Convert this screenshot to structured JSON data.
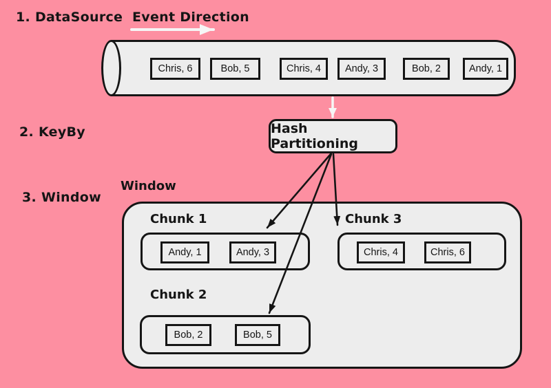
{
  "colors": {
    "background": "#fd8fa1",
    "panel": "#ededed",
    "stroke": "#151515",
    "arrow": "#f6f6f6"
  },
  "labels": {
    "step1": "1. DataSource",
    "step2": "2. KeyBy",
    "step3": "3. Window",
    "event_direction": "Event Direction",
    "hash_partitioning": "Hash Partitioning",
    "window": "Window"
  },
  "pipe": {
    "events": [
      "Chris, 6",
      "Bob, 5",
      "Chris, 4",
      "Andy, 3",
      "Bob, 2",
      "Andy, 1"
    ]
  },
  "chunks": [
    {
      "title": "Chunk 1",
      "events": [
        "Andy, 1",
        "Andy, 3"
      ]
    },
    {
      "title": "Chunk 2",
      "events": [
        "Bob, 2",
        "Bob, 5"
      ]
    },
    {
      "title": "Chunk 3",
      "events": [
        "Chris, 4",
        "Chris, 6"
      ]
    }
  ]
}
